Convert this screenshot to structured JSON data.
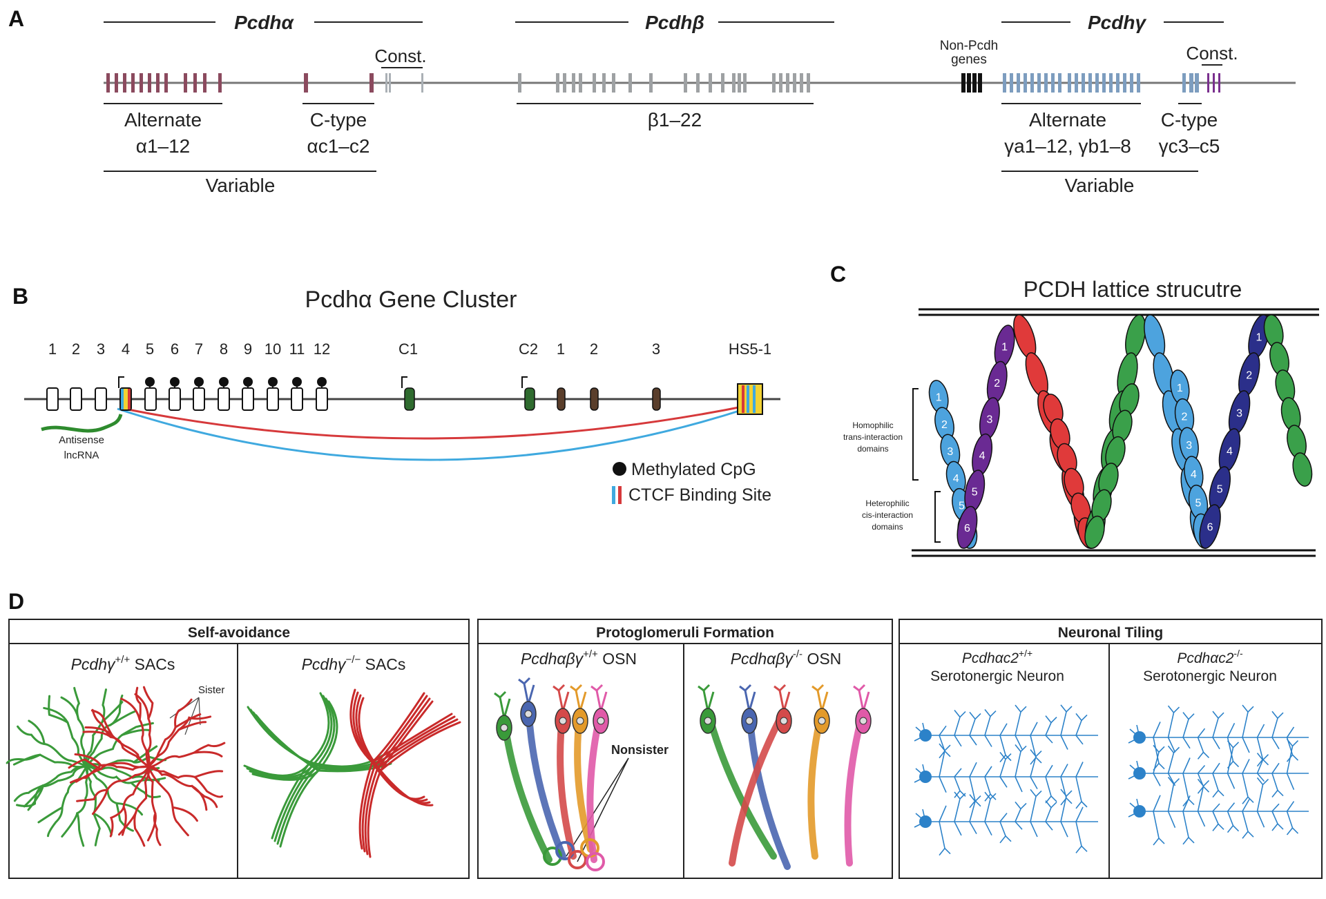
{
  "panels": {
    "a": "A",
    "b": "B",
    "c": "C",
    "d": "D"
  },
  "a": {
    "alpha_title": "Pcdhα",
    "beta_title": "Pcdhβ",
    "gamma_title": "Pcdhγ",
    "alt_alpha": "Alternate",
    "alt_alpha_range": "α1–12",
    "ctype_alpha": "C-type",
    "ctype_alpha_range": "αc1–c2",
    "const": "Const.",
    "variable": "Variable",
    "beta_range": "β1–22",
    "nonpcdh_1": "Non-Pcdh",
    "nonpcdh_2": "genes",
    "alt_gamma": "Alternate",
    "alt_gamma_range": "γa1–12, γb1–8",
    "ctype_gamma": "C-type",
    "ctype_gamma_range": "γc3–c5",
    "const_gamma": "Const.",
    "variable_gamma": "Variable",
    "colors": {
      "alpha": "#8b4a5e",
      "beta": "#9ea1a3",
      "gamma": "#7d9dbf",
      "gamma_c": "#7a2f8e",
      "nonpcdh": "#111111"
    }
  },
  "b": {
    "title": "Pcdhα Gene Cluster",
    "nums": [
      "1",
      "2",
      "3",
      "4",
      "5",
      "6",
      "7",
      "8",
      "9",
      "10",
      "11",
      "12"
    ],
    "c1": "C1",
    "c2": "C2",
    "k1": "1",
    "k2": "2",
    "k3": "3",
    "hs": "HS5-1",
    "lnc1": "Antisense",
    "lnc2": "lncRNA",
    "legend_meth": "Methylated CpG",
    "legend_ctcf": "CTCF Binding Site",
    "colors": {
      "ctcf_blue": "#3fa9df",
      "ctcf_red": "#d6393b",
      "lnc": "#2e8b2e",
      "c_exon": "#2f6b2f",
      "const_exon": "#5a3e2b",
      "hs": "#f2d233"
    }
  },
  "c": {
    "title": "PCDH lattice strucutre",
    "homophilic": [
      "Homophilic",
      "trans-interaction",
      "domains"
    ],
    "heterophilic": [
      "Heterophilic",
      "cis-interaction",
      "domains"
    ],
    "domain_nums": [
      "1",
      "2",
      "3",
      "4",
      "5",
      "6"
    ],
    "colors": {
      "blue": "#4da3de",
      "purple": "#6a2a93",
      "red": "#e03a3a",
      "green": "#3aa04a",
      "navy": "#2b2f8a"
    }
  },
  "d": {
    "boxes": [
      "Self-avoidance",
      "Protoglomeruli Formation",
      "Neuronal Tiling"
    ],
    "sa_wt": "Pcdhγ",
    "sa_wt_sup": "+/+",
    "sa_wt_tail": " SACs",
    "sa_ko": "Pcdhγ",
    "sa_ko_sup": "−/−",
    "sa_ko_tail": " SACs",
    "sister": "Sister",
    "pg_wt": "Pcdhαβγ",
    "pg_wt_sup": "+/+",
    "pg_wt_tail": "  OSN",
    "pg_ko": "Pcdhαβγ",
    "pg_ko_sup": "-/-",
    "pg_ko_tail": "  OSN",
    "nonsister": "Nonsister",
    "nt_wt": "Pcdhαc2",
    "nt_wt_sup": "+/+",
    "nt_ko": "Pcdhαc2",
    "nt_ko_sup": "-/-",
    "serotonergic": "Serotonergic Neuron",
    "colors": {
      "green": "#3a9a3a",
      "red": "#c92a2a",
      "blue": "#2c82c9",
      "osn_green": "#3a9a3a",
      "osn_blue": "#4a66b0",
      "osn_red": "#d44a4a",
      "osn_orange": "#e39a2a",
      "osn_pink": "#e05aa8"
    }
  }
}
